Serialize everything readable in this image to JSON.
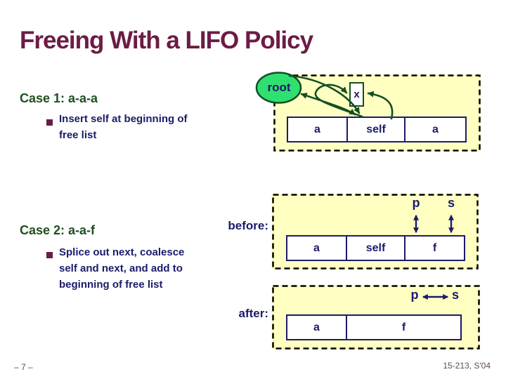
{
  "slide": {
    "title": "Freeing With a LIFO Policy"
  },
  "case1": {
    "heading": "Case 1: a-a-a",
    "lines": [
      "Insert self at beginning of",
      "free list"
    ]
  },
  "case2": {
    "heading": "Case 2: a-a-f",
    "lines": [
      "Splice out next, coalesce",
      "self and next, and add to",
      "beginning of free list"
    ]
  },
  "diagram1": {
    "root": "root",
    "x": "x",
    "cells": [
      "a",
      "self",
      "a"
    ]
  },
  "diagram2": {
    "label": "before:",
    "p": "p",
    "s": "s",
    "cells": [
      "a",
      "self",
      "f"
    ]
  },
  "diagram3": {
    "label": "after:",
    "p": "p",
    "s": "s",
    "cells": [
      "a",
      "f"
    ]
  },
  "footer": {
    "page": "– 7 –",
    "course": "15-213, S'04"
  },
  "colors": {
    "title_maroon": "#6b1c45",
    "heading_green": "#1f4f1f",
    "body_navy": "#1b1b6b",
    "box_yellow": "#ffffc2",
    "root_green_fill": "#2fe070",
    "diagram_green_stroke": "#124f23",
    "dashed_border": "#000000",
    "footer_gray": "#4d4d4d"
  }
}
